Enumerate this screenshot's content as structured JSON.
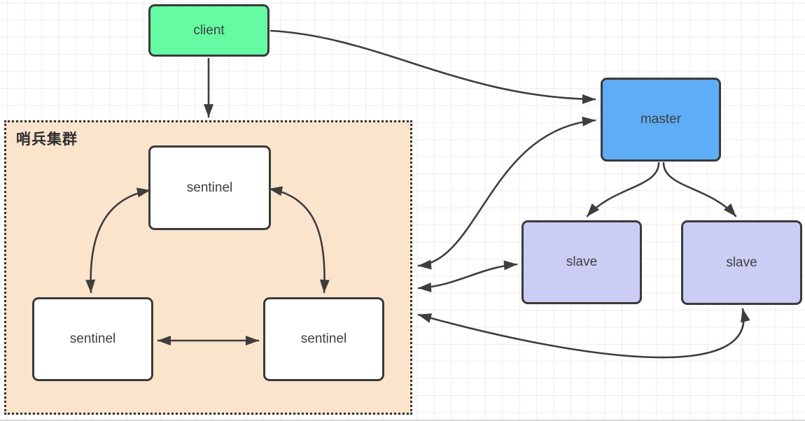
{
  "diagram": {
    "container": {
      "label": "哨兵集群"
    },
    "nodes": {
      "client": {
        "label": "client",
        "fill": "#64fba3"
      },
      "master": {
        "label": "master",
        "fill": "#5fadf6"
      },
      "slave1": {
        "label": "slave",
        "fill": "#cccdf5"
      },
      "slave2": {
        "label": "slave",
        "fill": "#cccdf5"
      },
      "sentinelTop": {
        "label": "sentinel",
        "fill": "#ffffff"
      },
      "sentinelLeft": {
        "label": "sentinel",
        "fill": "#ffffff"
      },
      "sentinelRight": {
        "label": "sentinel",
        "fill": "#ffffff"
      }
    },
    "edges": [
      {
        "from": "client",
        "to": "sentinel-cluster",
        "arrows": "end"
      },
      {
        "from": "client",
        "to": "master",
        "arrows": "end"
      },
      {
        "from": "sentinel-cluster",
        "to": "master",
        "arrows": "both"
      },
      {
        "from": "sentinel-cluster",
        "to": "slave1",
        "arrows": "both"
      },
      {
        "from": "sentinel-cluster",
        "to": "slave2",
        "arrows": "both"
      },
      {
        "from": "master",
        "to": "slave1",
        "arrows": "end"
      },
      {
        "from": "master",
        "to": "slave2",
        "arrows": "end"
      },
      {
        "from": "sentinelTop",
        "to": "sentinelLeft",
        "arrows": "both"
      },
      {
        "from": "sentinelTop",
        "to": "sentinelRight",
        "arrows": "both"
      },
      {
        "from": "sentinelLeft",
        "to": "sentinelRight",
        "arrows": "both"
      }
    ],
    "colors": {
      "cluster_fill": "#fbe4cc",
      "stroke": "#3a3a3a",
      "arrow": "#3e3e3e",
      "text": "#3f3f3f",
      "grid_line": "#ededed",
      "background": "#ffffff"
    }
  }
}
